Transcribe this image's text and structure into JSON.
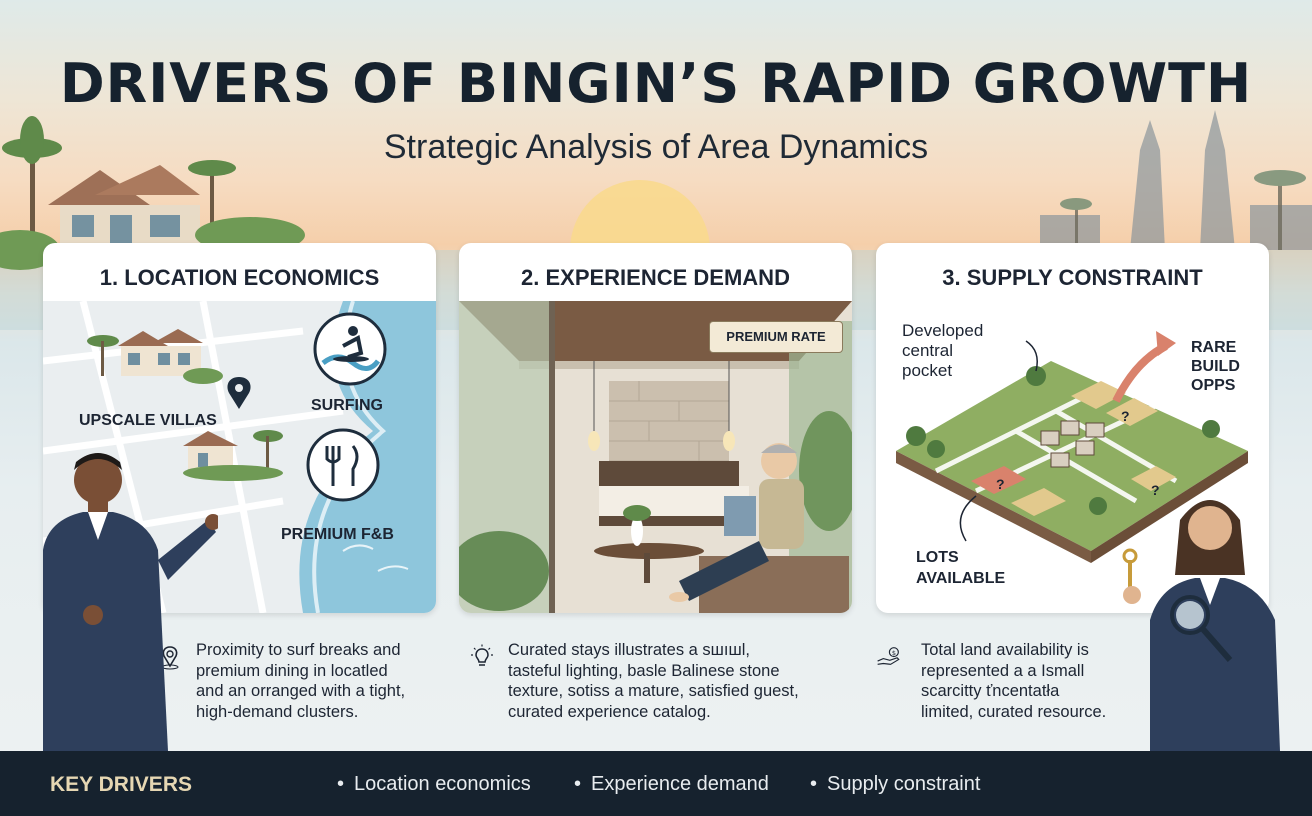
{
  "title": "DRIVERS OF BINGIN’S RAPID GROWTH",
  "subtitle": "Strategic Analysis of Area Dynamics",
  "cards": [
    {
      "title": "1. LOCATION ECONOMICS",
      "labels": {
        "villas": "UPSCALE VILLAS",
        "surfing": "SURFING",
        "fnb": "PREMIUM F&B"
      },
      "description": [
        "Proximity to surf breaks and",
        "premium dining in locatled",
        "and an orranged with a tight,",
        "high-demand clusters."
      ],
      "icon": "location-pin-icon"
    },
    {
      "title": "2. EXPERIENCE DEMAND",
      "tag": "PREMIUM RATE",
      "description": [
        "Curated stays illustrates a sшıшl,",
        "tasteful lighting, basle Balinese stone",
        "texture, sotiss a mature, satisfied guest,",
        "curated experience catalog."
      ],
      "icon": "lightbulb-icon"
    },
    {
      "title": "3. SUPPLY CONSTRAINT",
      "labels": {
        "developed": [
          "Developed",
          "central",
          "pocket"
        ],
        "rare": [
          "RARE",
          "BUILD",
          "OPPS"
        ],
        "lots": [
          "LOTS",
          "AVAILABLE"
        ],
        "unknown": "?"
      },
      "description": [
        "Total land availability is",
        "represented a a Ismall",
        "scarcitty ťncentatła",
        "limited, curated resource."
      ],
      "icon": "hand-coin-icon"
    }
  ],
  "footer": {
    "title": "KEY DRIVERS",
    "items": [
      "Location economics",
      "Experience demand",
      "Supply constraint"
    ]
  },
  "colors": {
    "navy": "#16222e",
    "sand": "#e6d7b3",
    "sea": "#8ec6dc",
    "grass": "#7d9c52"
  }
}
